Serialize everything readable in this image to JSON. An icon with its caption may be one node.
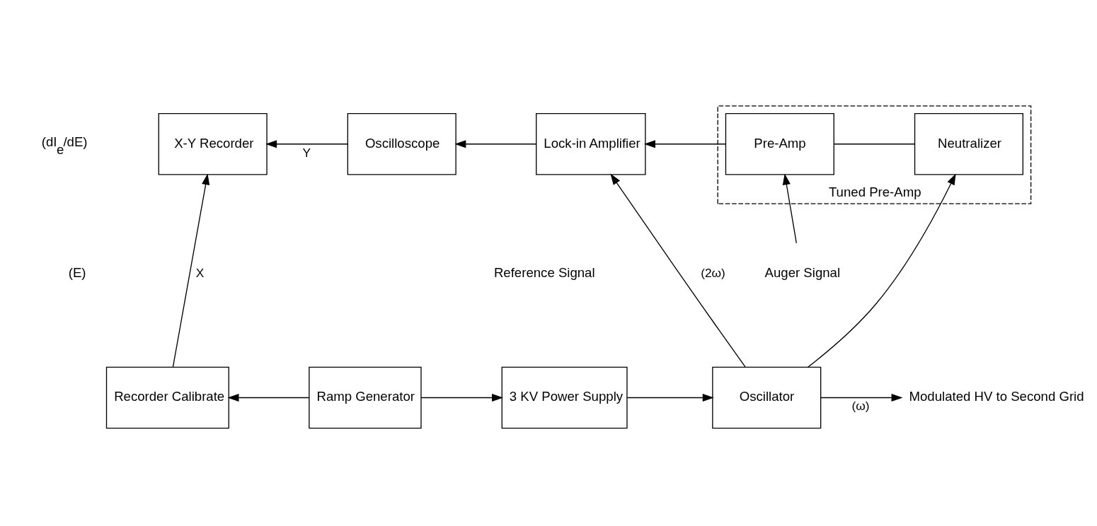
{
  "diagram": {
    "nodes": [
      {
        "text": [
          "X-Y Recorder"
        ]
      },
      {
        "text": [
          "Oscilloscope"
        ]
      },
      {
        "text": [
          "Lock-in Amplifier"
        ]
      },
      {
        "text": [
          "Tuned Pre-Amp"
        ]
      },
      {
        "text": [
          "Pre-Amp"
        ],
        "in": 3
      },
      {
        "text": [
          "Neutralizer"
        ],
        "in": 3
      },
      {
        "text": [
          "Recorder Calibrate"
        ]
      },
      {
        "text": [
          "Ramp Generator"
        ]
      },
      {
        "text": [
          "3 KV Power Supply"
        ]
      },
      {
        "text": [
          "Oscillator"
        ]
      },
      {
        "text": [
          "Auger Signal"
        ]
      },
      {
        "text": [
          "Modulated HV to Second Grid"
        ]
      }
    ],
    "edges": [
      {
        "from": 1,
        "to": 0,
        "arrow": "to",
        "label": "Y"
      },
      {
        "from": 2,
        "to": 1,
        "arrow": "to"
      },
      {
        "from": 4,
        "to": 2,
        "arrow": "to"
      },
      {
        "from": 4,
        "to": 5,
        "arrow": "none"
      },
      {
        "from": 6,
        "to": 0,
        "arrow": "to",
        "label": "X"
      },
      {
        "from": 7,
        "to": 6,
        "arrow": "to"
      },
      {
        "from": 7,
        "to": 8,
        "arrow": "to"
      },
      {
        "from": 8,
        "to": 9,
        "arrow": "to"
      },
      {
        "from": 9,
        "to": 2,
        "arrow": "to",
        "label": "(2ω)"
      },
      {
        "from": 10,
        "to": 4,
        "arrow": "to"
      },
      {
        "from": 9,
        "to": 5,
        "arrow": "to"
      },
      {
        "from": 9,
        "to": 11,
        "arrow": "to",
        "label": "(ω)"
      }
    ],
    "labels": [
      "(dI$_{e}$/dE)",
      "(E)",
      "Reference Signal"
    ]
  }
}
